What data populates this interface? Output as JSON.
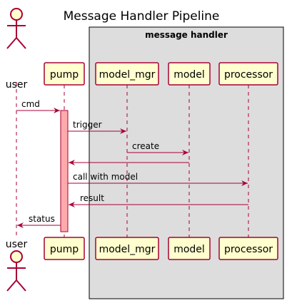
{
  "title": "Message Handler Pipeline",
  "box_label": "message handler",
  "colors": {
    "accent": "#A80036",
    "participant_fill": "#FEFECE",
    "box_fill": "#DDDDDD",
    "activation_fill": "#FFAAAA"
  },
  "participants": [
    {
      "id": "user",
      "label": "user",
      "kind": "actor"
    },
    {
      "id": "pump",
      "label": "pump",
      "kind": "participant"
    },
    {
      "id": "model_mgr",
      "label": "model_mgr",
      "kind": "participant"
    },
    {
      "id": "model",
      "label": "model",
      "kind": "participant"
    },
    {
      "id": "processor",
      "label": "processor",
      "kind": "participant"
    }
  ],
  "messages": [
    {
      "from": "user",
      "to": "pump",
      "label": "cmd"
    },
    {
      "from": "pump",
      "to": "model_mgr",
      "label": "trigger"
    },
    {
      "from": "model_mgr",
      "to": "model",
      "label": "create"
    },
    {
      "from": "model",
      "to": "pump",
      "label": ""
    },
    {
      "from": "pump",
      "to": "processor",
      "label": "call with model"
    },
    {
      "from": "processor",
      "to": "pump",
      "label": "result"
    },
    {
      "from": "pump",
      "to": "user",
      "label": "status"
    }
  ]
}
